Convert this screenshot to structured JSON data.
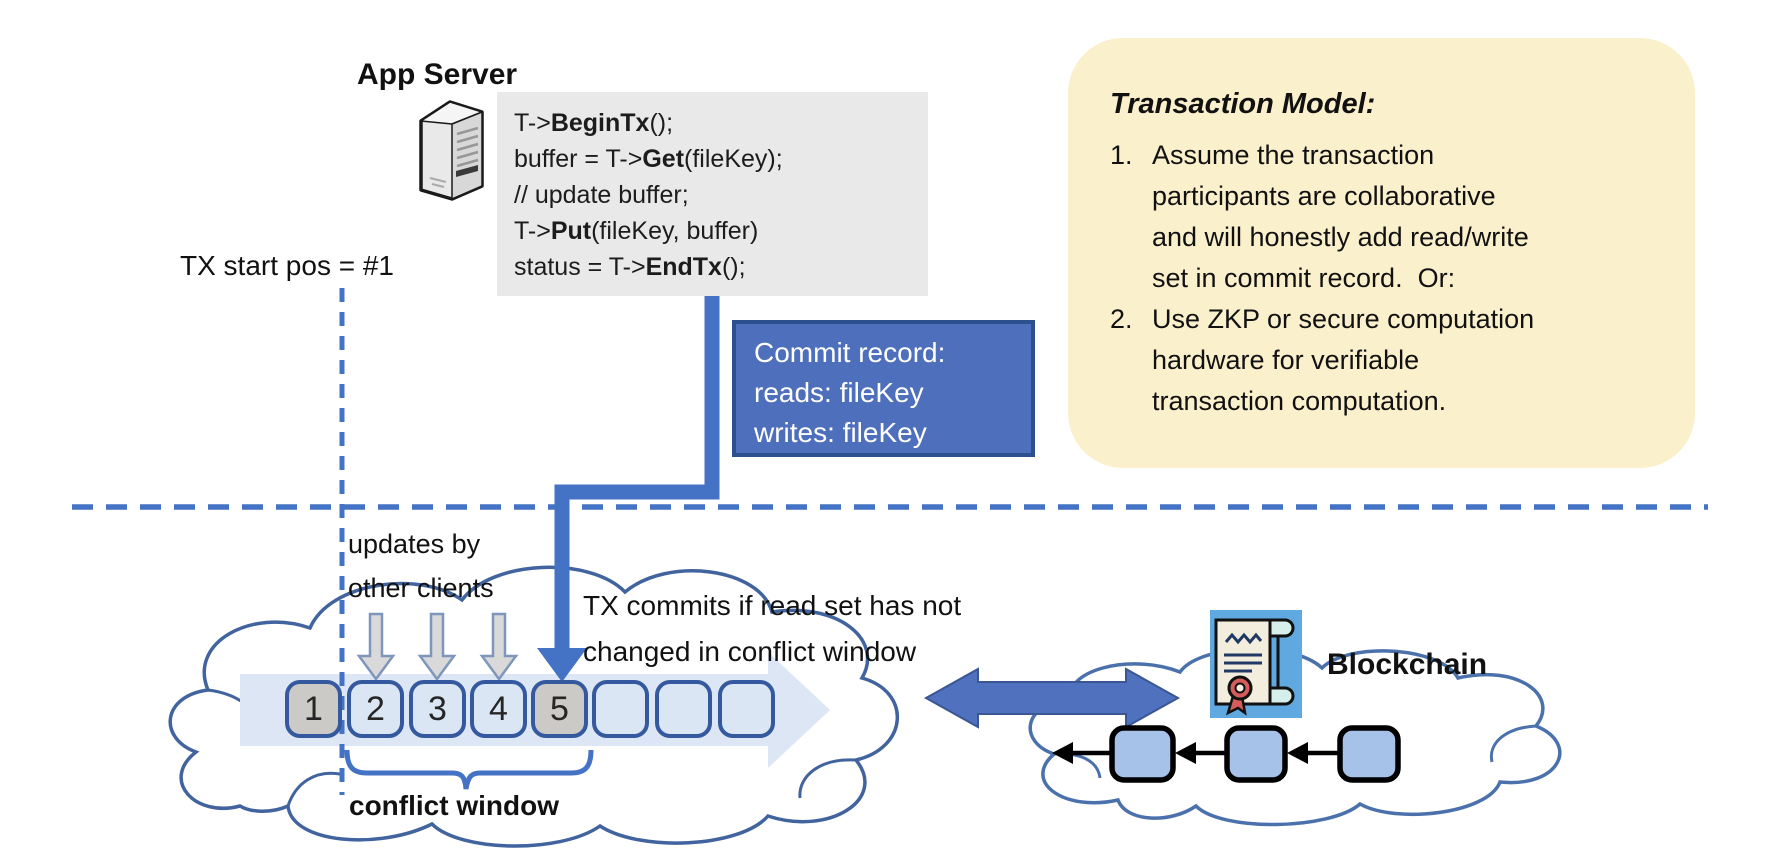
{
  "colors": {
    "accent_blue": "#4472C4",
    "commit_box_fill": "#4E6FBB",
    "commit_box_border": "#2C4F8E",
    "note_background": "#FBF0CC",
    "code_background": "#E9E9E9",
    "timeline_block_border": "#35599F",
    "timeline_block_blue": "#DBE6F5",
    "timeline_block_gray": "#CBCAC7",
    "timeline_band": "#DCE6F4",
    "cloud_stroke": "#41639E",
    "chain_block_fill": "#A7C2E8",
    "gray_arrow_fill": "#D9D9D9"
  },
  "app_server": {
    "title": "App Server",
    "icon": "server-tower-icon"
  },
  "code": {
    "lines": [
      {
        "pre": "T->",
        "bold": "BeginTx",
        "post": "();"
      },
      {
        "pre": "buffer = T->",
        "bold": "Get",
        "post": "(fileKey);"
      },
      {
        "pre": "// update buffer;",
        "bold": "",
        "post": ""
      },
      {
        "pre": "T->",
        "bold": "Put",
        "post": "(fileKey, buffer)"
      },
      {
        "pre": "status = T->",
        "bold": "EndTx",
        "post": "();"
      }
    ]
  },
  "tx_start_label": "TX start pos = #1",
  "commit_record": {
    "title": "Commit record:",
    "reads": "reads: fileKey",
    "writes": "writes: fileKey"
  },
  "note": {
    "title": "Transaction Model:",
    "items": [
      {
        "num": "1.",
        "text": "Assume the transaction\nparticipants are collaborative\nand will honestly add read/write\nset in commit record.  Or:"
      },
      {
        "num": "2.",
        "text": "Use ZKP or secure computation\nhardware for verifiable\ntransaction computation."
      }
    ]
  },
  "timeline": {
    "updates_label": "updates by\nother clients",
    "commit_label": "TX commits if read set has not\nchanged in conflict window",
    "conflict_window_label": "conflict window",
    "blocks": [
      "1",
      "2",
      "3",
      "4",
      "5",
      "",
      "",
      ""
    ]
  },
  "blockchain": {
    "label": "Blockchain",
    "icon": "smart-contract-icon"
  }
}
